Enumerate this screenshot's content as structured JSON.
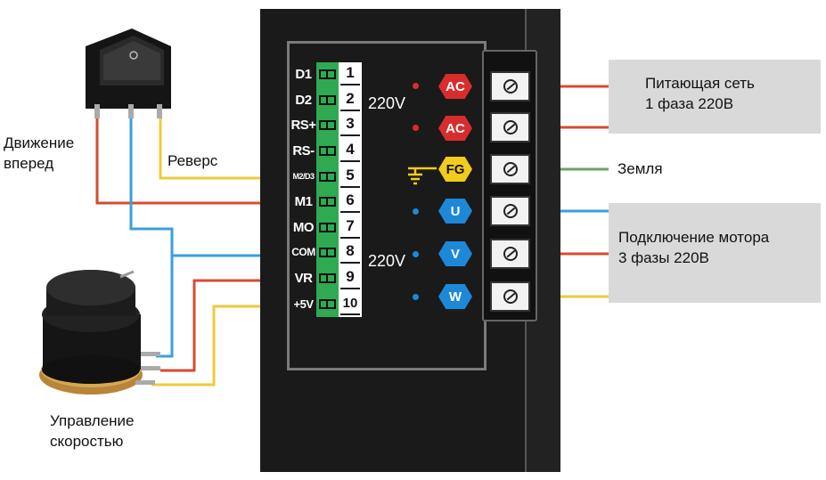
{
  "labels": {
    "forward": "Движение\nвперед",
    "reverse": "Реверс",
    "speed": "Управление\nскоростью",
    "mains": "Питающая сеть\n1 фаза 220В",
    "ground": "Земля",
    "motor": "Подключение мотора\n3 фазы 220В"
  },
  "terminals": [
    {
      "label": "D1",
      "num": "1"
    },
    {
      "label": "D2",
      "num": "2"
    },
    {
      "label": "RS+",
      "num": "3"
    },
    {
      "label": "RS-",
      "num": "4"
    },
    {
      "label": "M2/D3",
      "num": "5"
    },
    {
      "label": "M1",
      "num": "6"
    },
    {
      "label": "MO",
      "num": "7"
    },
    {
      "label": "COM",
      "num": "8"
    },
    {
      "label": "VR",
      "num": "9"
    },
    {
      "label": "+5V",
      "num": "10"
    }
  ],
  "voltage_top": "220V",
  "voltage_bottom": "220V",
  "power_terminals": [
    {
      "label": "AC",
      "color": "#d92d2d"
    },
    {
      "label": "AC",
      "color": "#d92d2d"
    },
    {
      "label": "FG",
      "color": "#f2cc1d"
    },
    {
      "label": "U",
      "color": "#1e88d8"
    },
    {
      "label": "V",
      "color": "#1e88d8"
    },
    {
      "label": "W",
      "color": "#1e88d8"
    }
  ],
  "colors": {
    "red": "#d84b2f",
    "blue": "#3a9fdc",
    "yellow": "#f0c93a",
    "green": "#6aa36a"
  }
}
